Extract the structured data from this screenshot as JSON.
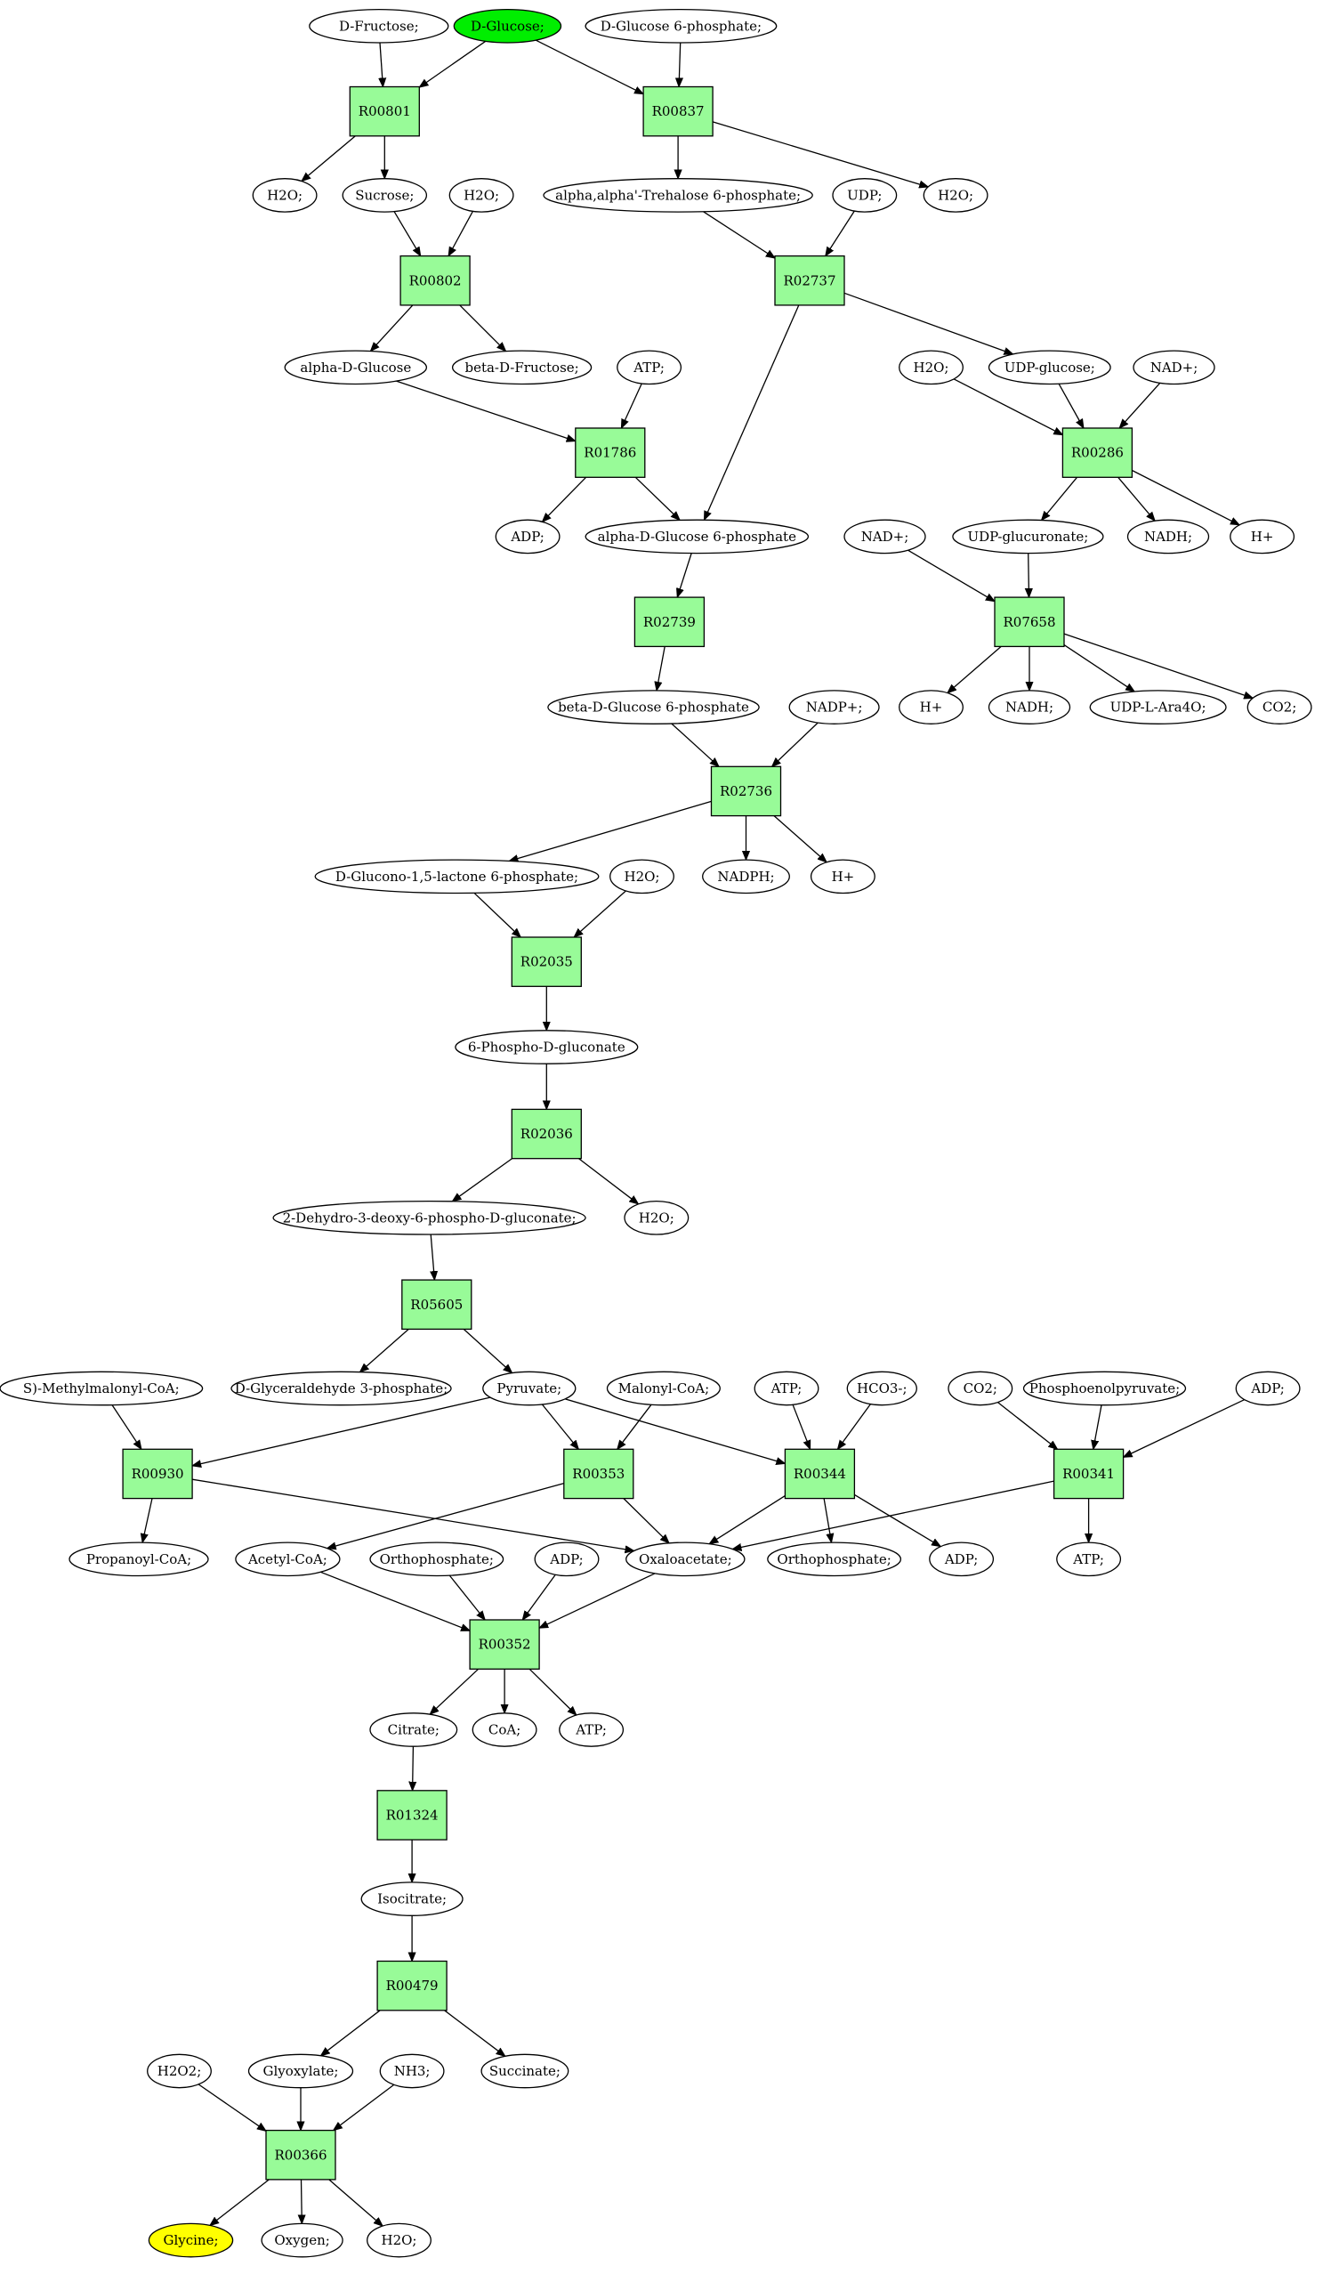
{
  "colors": {
    "reaction_fill": "#98fb98",
    "compound_fill": "#ffffff",
    "start_fill": "#00ee00",
    "target_fill": "#ffff00"
  },
  "nodes": [
    {
      "id": "c1",
      "kind": "compound",
      "label": "D-Fructose;"
    },
    {
      "id": "c2",
      "kind": "compound",
      "label": "D-Glucose;",
      "highlight": "start"
    },
    {
      "id": "c3",
      "kind": "compound",
      "label": "D-Glucose 6-phosphate;"
    },
    {
      "id": "r1",
      "kind": "reaction",
      "label": "R00801"
    },
    {
      "id": "r2",
      "kind": "reaction",
      "label": "R00837"
    },
    {
      "id": "c4",
      "kind": "compound",
      "label": "H2O;"
    },
    {
      "id": "c5",
      "kind": "compound",
      "label": "Sucrose;"
    },
    {
      "id": "c6",
      "kind": "compound",
      "label": "H2O;"
    },
    {
      "id": "c7",
      "kind": "compound",
      "label": "alpha,alpha'-Trehalose 6-phosphate;"
    },
    {
      "id": "c8",
      "kind": "compound",
      "label": "UDP;"
    },
    {
      "id": "c9",
      "kind": "compound",
      "label": "H2O;"
    },
    {
      "id": "r3",
      "kind": "reaction",
      "label": "R00802"
    },
    {
      "id": "r4",
      "kind": "reaction",
      "label": "R02737"
    },
    {
      "id": "c10",
      "kind": "compound",
      "label": "alpha-D-Glucose"
    },
    {
      "id": "c11",
      "kind": "compound",
      "label": "beta-D-Fructose;"
    },
    {
      "id": "c12",
      "kind": "compound",
      "label": "ATP;"
    },
    {
      "id": "c13",
      "kind": "compound",
      "label": "H2O;"
    },
    {
      "id": "c14",
      "kind": "compound",
      "label": "UDP-glucose;"
    },
    {
      "id": "c15",
      "kind": "compound",
      "label": "NAD+;"
    },
    {
      "id": "r5",
      "kind": "reaction",
      "label": "R01786"
    },
    {
      "id": "r6",
      "kind": "reaction",
      "label": "R00286"
    },
    {
      "id": "c16",
      "kind": "compound",
      "label": "ADP;"
    },
    {
      "id": "c17",
      "kind": "compound",
      "label": "alpha-D-Glucose 6-phosphate"
    },
    {
      "id": "c18",
      "kind": "compound",
      "label": "NAD+;"
    },
    {
      "id": "c19",
      "kind": "compound",
      "label": "UDP-glucuronate;"
    },
    {
      "id": "c20",
      "kind": "compound",
      "label": "NADH;"
    },
    {
      "id": "c21",
      "kind": "compound",
      "label": "H+"
    },
    {
      "id": "r7",
      "kind": "reaction",
      "label": "R02739"
    },
    {
      "id": "r8",
      "kind": "reaction",
      "label": "R07658"
    },
    {
      "id": "c22",
      "kind": "compound",
      "label": "beta-D-Glucose 6-phosphate"
    },
    {
      "id": "c23",
      "kind": "compound",
      "label": "NADP+;"
    },
    {
      "id": "c24",
      "kind": "compound",
      "label": "H+"
    },
    {
      "id": "c25",
      "kind": "compound",
      "label": "NADH;"
    },
    {
      "id": "c26",
      "kind": "compound",
      "label": "UDP-L-Ara4O;"
    },
    {
      "id": "c27",
      "kind": "compound",
      "label": "CO2;"
    },
    {
      "id": "r9",
      "kind": "reaction",
      "label": "R02736"
    },
    {
      "id": "c28",
      "kind": "compound",
      "label": "D-Glucono-1,5-lactone 6-phosphate;"
    },
    {
      "id": "c29",
      "kind": "compound",
      "label": "H2O;"
    },
    {
      "id": "c30",
      "kind": "compound",
      "label": "NADPH;"
    },
    {
      "id": "c31",
      "kind": "compound",
      "label": "H+"
    },
    {
      "id": "r10",
      "kind": "reaction",
      "label": "R02035"
    },
    {
      "id": "c32",
      "kind": "compound",
      "label": "6-Phospho-D-gluconate"
    },
    {
      "id": "r11",
      "kind": "reaction",
      "label": "R02036"
    },
    {
      "id": "c33",
      "kind": "compound",
      "label": "2-Dehydro-3-deoxy-6-phospho-D-gluconate;"
    },
    {
      "id": "c34",
      "kind": "compound",
      "label": "H2O;"
    },
    {
      "id": "r12",
      "kind": "reaction",
      "label": "R05605"
    },
    {
      "id": "c35",
      "kind": "compound",
      "label": "S)-Methylmalonyl-CoA;"
    },
    {
      "id": "c36",
      "kind": "compound",
      "label": "D-Glyceraldehyde 3-phosphate;"
    },
    {
      "id": "c37",
      "kind": "compound",
      "label": "Pyruvate;"
    },
    {
      "id": "c38",
      "kind": "compound",
      "label": "Malonyl-CoA;"
    },
    {
      "id": "c39",
      "kind": "compound",
      "label": "ATP;"
    },
    {
      "id": "c40",
      "kind": "compound",
      "label": "HCO3-;"
    },
    {
      "id": "c41",
      "kind": "compound",
      "label": "CO2;"
    },
    {
      "id": "c42",
      "kind": "compound",
      "label": "Phosphoenolpyruvate;"
    },
    {
      "id": "c43",
      "kind": "compound",
      "label": "ADP;"
    },
    {
      "id": "r13",
      "kind": "reaction",
      "label": "R00930"
    },
    {
      "id": "r14",
      "kind": "reaction",
      "label": "R00353"
    },
    {
      "id": "r15",
      "kind": "reaction",
      "label": "R00344"
    },
    {
      "id": "r16",
      "kind": "reaction",
      "label": "R00341"
    },
    {
      "id": "c44",
      "kind": "compound",
      "label": "Propanoyl-CoA;"
    },
    {
      "id": "c45",
      "kind": "compound",
      "label": "Acetyl-CoA;"
    },
    {
      "id": "c46",
      "kind": "compound",
      "label": "Orthophosphate;"
    },
    {
      "id": "c47",
      "kind": "compound",
      "label": "ADP;"
    },
    {
      "id": "c48",
      "kind": "compound",
      "label": "Oxaloacetate;"
    },
    {
      "id": "c49",
      "kind": "compound",
      "label": "Orthophosphate;"
    },
    {
      "id": "c50",
      "kind": "compound",
      "label": "ADP;"
    },
    {
      "id": "c51",
      "kind": "compound",
      "label": "ATP;"
    },
    {
      "id": "r17",
      "kind": "reaction",
      "label": "R00352"
    },
    {
      "id": "c52",
      "kind": "compound",
      "label": "Citrate;"
    },
    {
      "id": "c53",
      "kind": "compound",
      "label": "CoA;"
    },
    {
      "id": "c54",
      "kind": "compound",
      "label": "ATP;"
    },
    {
      "id": "r18",
      "kind": "reaction",
      "label": "R01324"
    },
    {
      "id": "c55",
      "kind": "compound",
      "label": "Isocitrate;"
    },
    {
      "id": "r19",
      "kind": "reaction",
      "label": "R00479"
    },
    {
      "id": "c56",
      "kind": "compound",
      "label": "H2O2;"
    },
    {
      "id": "c57",
      "kind": "compound",
      "label": "Glyoxylate;"
    },
    {
      "id": "c58",
      "kind": "compound",
      "label": "NH3;"
    },
    {
      "id": "c59",
      "kind": "compound",
      "label": "Succinate;"
    },
    {
      "id": "r20",
      "kind": "reaction",
      "label": "R00366"
    },
    {
      "id": "c60",
      "kind": "compound",
      "label": "Glycine;",
      "highlight": "target"
    },
    {
      "id": "c61",
      "kind": "compound",
      "label": "Oxygen;"
    },
    {
      "id": "c62",
      "kind": "compound",
      "label": "H2O;"
    }
  ],
  "edges": [
    [
      "c1",
      "r1"
    ],
    [
      "c2",
      "r1"
    ],
    [
      "c2",
      "r2"
    ],
    [
      "c3",
      "r2"
    ],
    [
      "r1",
      "c4"
    ],
    [
      "r1",
      "c5"
    ],
    [
      "r2",
      "c7"
    ],
    [
      "r2",
      "c9"
    ],
    [
      "c5",
      "r3"
    ],
    [
      "c6",
      "r3"
    ],
    [
      "c7",
      "r4"
    ],
    [
      "c8",
      "r4"
    ],
    [
      "r3",
      "c10"
    ],
    [
      "r3",
      "c11"
    ],
    [
      "c10",
      "r5"
    ],
    [
      "c12",
      "r5"
    ],
    [
      "r4",
      "c17"
    ],
    [
      "r4",
      "c14"
    ],
    [
      "c13",
      "r6"
    ],
    [
      "c14",
      "r6"
    ],
    [
      "c15",
      "r6"
    ],
    [
      "r5",
      "c16"
    ],
    [
      "r5",
      "c17"
    ],
    [
      "r6",
      "c19"
    ],
    [
      "r6",
      "c20"
    ],
    [
      "r6",
      "c21"
    ],
    [
      "c17",
      "r7"
    ],
    [
      "c18",
      "r8"
    ],
    [
      "c19",
      "r8"
    ],
    [
      "r7",
      "c22"
    ],
    [
      "r8",
      "c24"
    ],
    [
      "r8",
      "c25"
    ],
    [
      "r8",
      "c26"
    ],
    [
      "r8",
      "c27"
    ],
    [
      "c22",
      "r9"
    ],
    [
      "c23",
      "r9"
    ],
    [
      "r9",
      "c28"
    ],
    [
      "r9",
      "c30"
    ],
    [
      "r9",
      "c31"
    ],
    [
      "c28",
      "r10"
    ],
    [
      "c29",
      "r10"
    ],
    [
      "r10",
      "c32"
    ],
    [
      "c32",
      "r11"
    ],
    [
      "r11",
      "c33"
    ],
    [
      "r11",
      "c34"
    ],
    [
      "c33",
      "r12"
    ],
    [
      "r12",
      "c36"
    ],
    [
      "r12",
      "c37"
    ],
    [
      "c35",
      "r13"
    ],
    [
      "c37",
      "r13"
    ],
    [
      "c37",
      "r14"
    ],
    [
      "c37",
      "r15"
    ],
    [
      "c38",
      "r14"
    ],
    [
      "c39",
      "r15"
    ],
    [
      "c40",
      "r15"
    ],
    [
      "c41",
      "r16"
    ],
    [
      "c42",
      "r16"
    ],
    [
      "c43",
      "r16"
    ],
    [
      "r13",
      "c44"
    ],
    [
      "r13",
      "c48"
    ],
    [
      "r14",
      "c45"
    ],
    [
      "r14",
      "c48"
    ],
    [
      "r15",
      "c48"
    ],
    [
      "r15",
      "c49"
    ],
    [
      "r15",
      "c50"
    ],
    [
      "r16",
      "c48"
    ],
    [
      "r16",
      "c51"
    ],
    [
      "c45",
      "r17"
    ],
    [
      "c46",
      "r17"
    ],
    [
      "c47",
      "r17"
    ],
    [
      "c48",
      "r17"
    ],
    [
      "r17",
      "c52"
    ],
    [
      "r17",
      "c53"
    ],
    [
      "r17",
      "c54"
    ],
    [
      "c52",
      "r18"
    ],
    [
      "r18",
      "c55"
    ],
    [
      "c55",
      "r19"
    ],
    [
      "r19",
      "c57"
    ],
    [
      "r19",
      "c59"
    ],
    [
      "c56",
      "r20"
    ],
    [
      "c57",
      "r20"
    ],
    [
      "c58",
      "r20"
    ],
    [
      "r20",
      "c60"
    ],
    [
      "r20",
      "c61"
    ],
    [
      "r20",
      "c62"
    ]
  ]
}
